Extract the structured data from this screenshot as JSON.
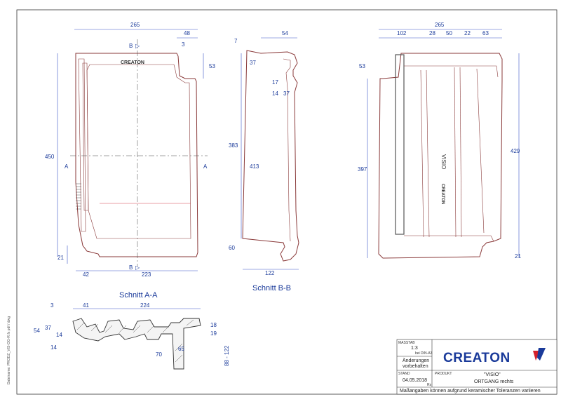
{
  "views": {
    "top_left": {
      "dims": {
        "width_total": "265",
        "nib_width": "48",
        "nib_offset": "3",
        "height_total": "450",
        "top_right": "53",
        "bottom_left": "21",
        "bottom_offset": "42",
        "bottom_width": "223"
      },
      "section_marks": {
        "b_top": "B",
        "b_bottom": "B",
        "a_left": "A",
        "a_right": "A"
      },
      "logo_text": "CREATON"
    },
    "side_view": {
      "dims": {
        "top_a": "7",
        "top_width": "54",
        "d37": "37",
        "d17": "17",
        "d14": "14",
        "d37b": "37",
        "d383": "383",
        "d413": "413",
        "d60": "60",
        "d122": "122"
      },
      "caption": "Schnitt B-B"
    },
    "back_view": {
      "dims": {
        "width_total": "265",
        "d102": "102",
        "d28": "28",
        "d50": "50",
        "d22": "22",
        "d63": "63",
        "d53": "53",
        "d397": "397",
        "d429": "429",
        "d21": "21"
      },
      "embossed": [
        "VISIO",
        "CREATON"
      ]
    },
    "section_aa": {
      "caption": "Schnitt A-A",
      "dims": {
        "d3": "3",
        "d41": "41",
        "d224": "224",
        "d54": "54",
        "d37": "37",
        "d14": "14",
        "d14b": "14",
        "d18": "18",
        "d19": "19",
        "d70": "70",
        "d65": "65",
        "d88_122": "88 - 122"
      }
    }
  },
  "title_block": {
    "massstab_label": "MASSTAB",
    "scale": "1:3",
    "scale_note": "bei DIN-A3",
    "changes": "Änderungen\nvorbehalten",
    "stand_label": "STAND",
    "date": "04.05.2018",
    "rs": "Rs",
    "produkt_label": "PRODUKT",
    "product_name": "\"VISIO\"",
    "product_variant": "ORTGANG rechts",
    "disclaimer": "Maßangaben können aufgrund keramischer Toleranzen variieren",
    "brand": "CREATON"
  },
  "side_margin_text": "Dateiname: PRODZ_VIS-OG-R.fx  pdf / dwg",
  "colors": {
    "dimension": "#1a3a9a",
    "outline": "#8a3a3a",
    "brand_red": "#d4202a",
    "brand_blue": "#1a3a9a"
  }
}
